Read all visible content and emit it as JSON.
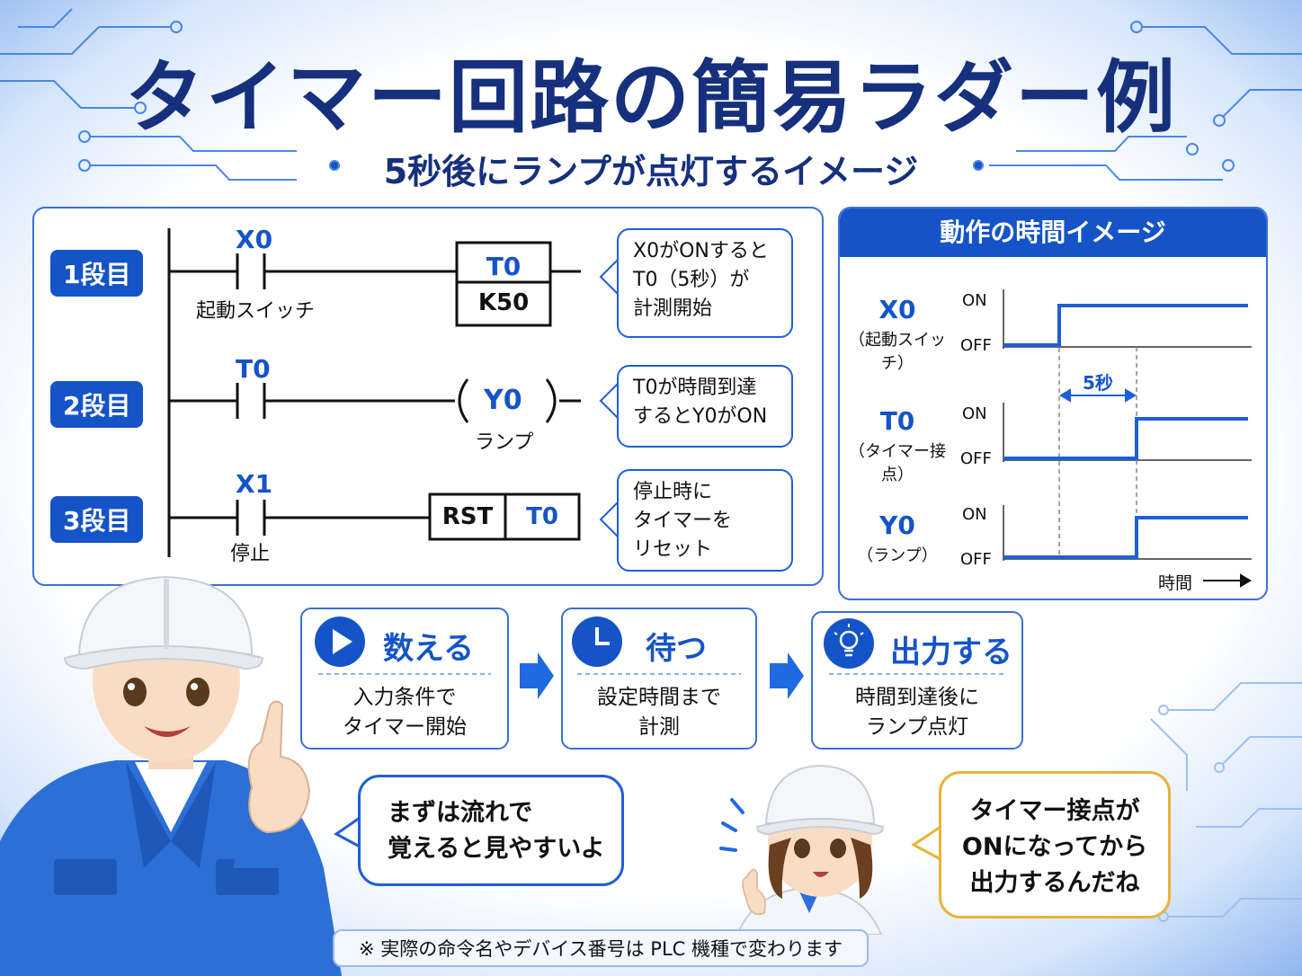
{
  "header": {
    "title": "タイマー回路の簡易ラダー例",
    "subtitle": "5秒後にランプが点灯するイメージ"
  },
  "ladder": {
    "rungs": [
      {
        "label": "1段目",
        "contact": "X0",
        "contact_caption": "起動スイッチ",
        "coil_top": "T0",
        "coil_bottom": "K50",
        "bubble": [
          "X0がONすると",
          "T0（5秒）が",
          "計測開始"
        ]
      },
      {
        "label": "2段目",
        "contact": "T0",
        "coil": "Y0",
        "coil_caption": "ランプ",
        "bubble": [
          "T0が時間到達",
          "するとY0がON"
        ]
      },
      {
        "label": "3段目",
        "contact": "X1",
        "contact_caption": "停止",
        "rst": "RST",
        "rst_target": "T0",
        "bubble": [
          "停止時に",
          "タイマーを",
          "リセット"
        ]
      }
    ]
  },
  "timing": {
    "heading": "動作の時間イメージ",
    "signals": [
      {
        "name": "X0",
        "caption": "（起動スイッチ）",
        "on": "ON",
        "off": "OFF"
      },
      {
        "name": "T0",
        "caption": "（タイマー接点）",
        "on": "ON",
        "off": "OFF"
      },
      {
        "name": "Y0",
        "caption": "（ランプ）",
        "on": "ON",
        "off": "OFF"
      }
    ],
    "delay_label": "5秒",
    "time_label": "時間",
    "line_color": "#1f5fd6"
  },
  "steps": [
    {
      "icon": "play-icon",
      "title": "数える",
      "desc": [
        "入力条件で",
        "タイマー開始"
      ]
    },
    {
      "icon": "clock-icon",
      "title": "待つ",
      "desc": [
        "設定時間まで",
        "計測"
      ]
    },
    {
      "icon": "lightbulb-icon",
      "title": "出力する",
      "desc": [
        "時間到達後に",
        "ランプ点灯"
      ]
    }
  ],
  "speech": {
    "man": [
      "まずは流れで",
      "覚えると見やすいよ"
    ],
    "woman": [
      "タイマー接点が",
      "ONになってから",
      "出力するんだね"
    ]
  },
  "footnote": "※ 実際の命令名やデバイス番号は PLC 機種で変わります",
  "colors": {
    "accent": "#1554c8",
    "title": "#16307d",
    "bubble_yellow": "#e9b23a"
  }
}
